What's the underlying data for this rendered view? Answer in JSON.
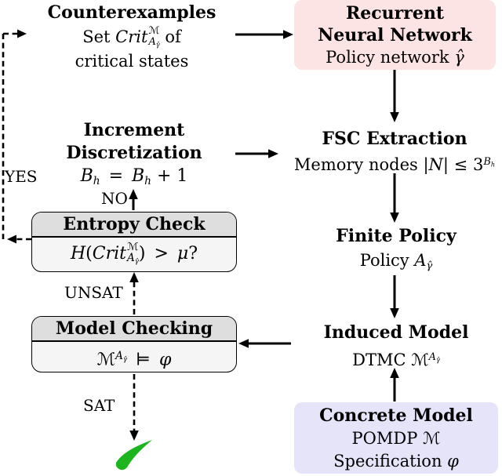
{
  "palette": {
    "background": "#ffffff",
    "rnn_box": "#fde4e4",
    "concrete_box": "#e6e4f9",
    "split_header": "#dedede",
    "split_body": "#f5f5f5",
    "arrow": "#000000",
    "check_green": "#1db51d"
  },
  "labels": {
    "yes": "YES",
    "no": "NO",
    "unsat": "UNSAT",
    "sat": "SAT"
  },
  "icons": {
    "success_check_icon": "green-checkmark"
  },
  "nodes": {
    "counterexamples": {
      "title": "Counterexamples",
      "line1": [
        {
          "t": "n",
          "v": "Set "
        },
        {
          "t": "i",
          "v": "Crit"
        },
        {
          "t": "ss",
          "sup": [
            {
              "t": "n",
              "v": "ℳ"
            }
          ],
          "sub": [
            {
              "t": "i",
              "v": "A"
            },
            {
              "t": "sub",
              "v": [
                {
                  "t": "i",
                  "v": "γ̂"
                }
              ]
            }
          ]
        },
        {
          "t": "n",
          "v": " of"
        }
      ],
      "line2": "critical states"
    },
    "rnn": {
      "title_line1": "Recurrent",
      "title_line2": "Neural Network",
      "subtitle": [
        {
          "t": "n",
          "v": "Policy network "
        },
        {
          "t": "i",
          "v": "γ̂"
        }
      ]
    },
    "increment": {
      "title_line1": "Increment",
      "title_line2": "Discretization",
      "formula": [
        {
          "t": "i",
          "v": "B"
        },
        {
          "t": "sub",
          "v": [
            {
              "t": "i",
              "v": "h"
            }
          ]
        },
        {
          "t": "n",
          "v": " = "
        },
        {
          "t": "i",
          "v": "B"
        },
        {
          "t": "sub",
          "v": [
            {
              "t": "i",
              "v": "h"
            }
          ]
        },
        {
          "t": "n",
          "v": " + 1"
        }
      ]
    },
    "fsc": {
      "title": "FSC Extraction",
      "subtitle": [
        {
          "t": "n",
          "v": "Memory nodes |"
        },
        {
          "t": "i",
          "v": "N"
        },
        {
          "t": "n",
          "v": "| ≤ 3"
        },
        {
          "t": "sup",
          "v": [
            {
              "t": "i",
              "v": "B"
            },
            {
              "t": "sub",
              "v": [
                {
                  "t": "i",
                  "v": "h"
                }
              ]
            }
          ]
        }
      ]
    },
    "finite": {
      "title": "Finite Policy",
      "subtitle": [
        {
          "t": "n",
          "v": "Policy "
        },
        {
          "t": "i",
          "v": "A"
        },
        {
          "t": "sub",
          "v": [
            {
              "t": "i",
              "v": "γ̂"
            }
          ]
        }
      ]
    },
    "entropy": {
      "title": "Entropy Check",
      "formula": [
        {
          "t": "i",
          "v": "H"
        },
        {
          "t": "n",
          "v": "("
        },
        {
          "t": "i",
          "v": "Crit"
        },
        {
          "t": "ss",
          "sup": [
            {
              "t": "n",
              "v": "ℳ"
            }
          ],
          "sub": [
            {
              "t": "i",
              "v": "A"
            },
            {
              "t": "sub",
              "v": [
                {
                  "t": "i",
                  "v": "γ̂"
                }
              ]
            }
          ]
        },
        {
          "t": "n",
          "v": ") > "
        },
        {
          "t": "i",
          "v": "μ"
        },
        {
          "t": "n",
          "v": "?"
        }
      ]
    },
    "model_checking": {
      "title": "Model Checking",
      "formula": [
        {
          "t": "n",
          "v": "ℳ"
        },
        {
          "t": "sup",
          "v": [
            {
              "t": "i",
              "v": "A"
            },
            {
              "t": "sub",
              "v": [
                {
                  "t": "i",
                  "v": "γ̂"
                }
              ]
            }
          ]
        },
        {
          "t": "n",
          "v": " ⊨ "
        },
        {
          "t": "i",
          "v": "φ"
        }
      ]
    },
    "induced": {
      "title": "Induced Model",
      "subtitle": [
        {
          "t": "n",
          "v": "DTMC ℳ"
        },
        {
          "t": "sup",
          "v": [
            {
              "t": "i",
              "v": "A"
            },
            {
              "t": "sub",
              "v": [
                {
                  "t": "i",
                  "v": "γ̂"
                }
              ]
            }
          ]
        }
      ]
    },
    "concrete": {
      "title": "Concrete Model",
      "line1": [
        {
          "t": "n",
          "v": "POMDP ℳ"
        }
      ],
      "line2": [
        {
          "t": "n",
          "v": "Specification "
        },
        {
          "t": "i",
          "v": "φ"
        }
      ]
    }
  }
}
